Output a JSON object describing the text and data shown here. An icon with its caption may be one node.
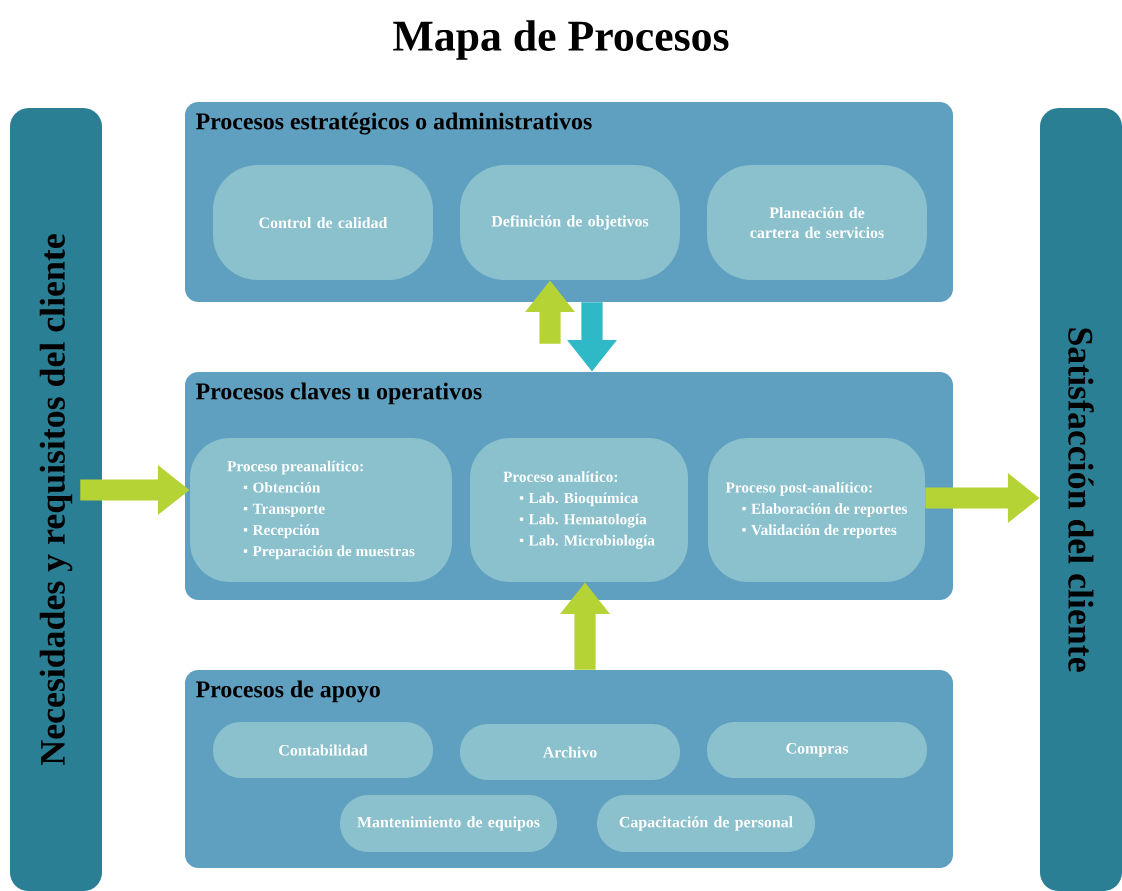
{
  "diagram": {
    "title": "Mapa de Procesos",
    "nodes": [
      {
        "text": [
          "Necesidades y requisitos del cliente"
        ]
      },
      {
        "text": [
          "Procesos estratégicos o administrativos"
        ]
      },
      {
        "text": [
          "Control de calidad"
        ],
        "in": 1
      },
      {
        "text": [
          "Definición de objetivos"
        ],
        "in": 1
      },
      {
        "text": [
          "Planeación de cartera de servicios"
        ],
        "in": 1
      },
      {
        "text": [
          "Procesos claves u operativos"
        ]
      },
      {
        "text": [
          "Proceso preanalítico:",
          "Obtención",
          "Transporte",
          "Recepción",
          "Preparación de muestras"
        ],
        "in": 5
      },
      {
        "text": [
          "Proceso analítico:",
          "Lab. Bioquímica",
          "Lab. Hematología",
          "Lab. Microbiología"
        ],
        "in": 5
      },
      {
        "text": [
          "Proceso post-analítico:",
          "Elaboración de reportes",
          "Validación de reportes"
        ],
        "in": 5
      },
      {
        "text": [
          "Procesos de apoyo"
        ]
      },
      {
        "text": [
          "Contabilidad"
        ],
        "in": 9
      },
      {
        "text": [
          "Archivo"
        ],
        "in": 9
      },
      {
        "text": [
          "Compras"
        ],
        "in": 9
      },
      {
        "text": [
          "Mantenimiento de equipos"
        ],
        "in": 9
      },
      {
        "text": [
          "Capacitación de personal"
        ],
        "in": 9
      },
      {
        "text": [
          "Satisfacción del cliente"
        ]
      }
    ],
    "edges": [
      {
        "from": 0,
        "to": 6,
        "arrow": "to"
      },
      {
        "from": 8,
        "to": 15,
        "arrow": "to"
      },
      {
        "from": 5,
        "to": 3,
        "arrow": "to"
      },
      {
        "from": 1,
        "to": 5,
        "arrow": "to",
        "color": "#2fb8c6"
      },
      {
        "from": 9,
        "to": 7,
        "arrow": "to"
      }
    ]
  }
}
